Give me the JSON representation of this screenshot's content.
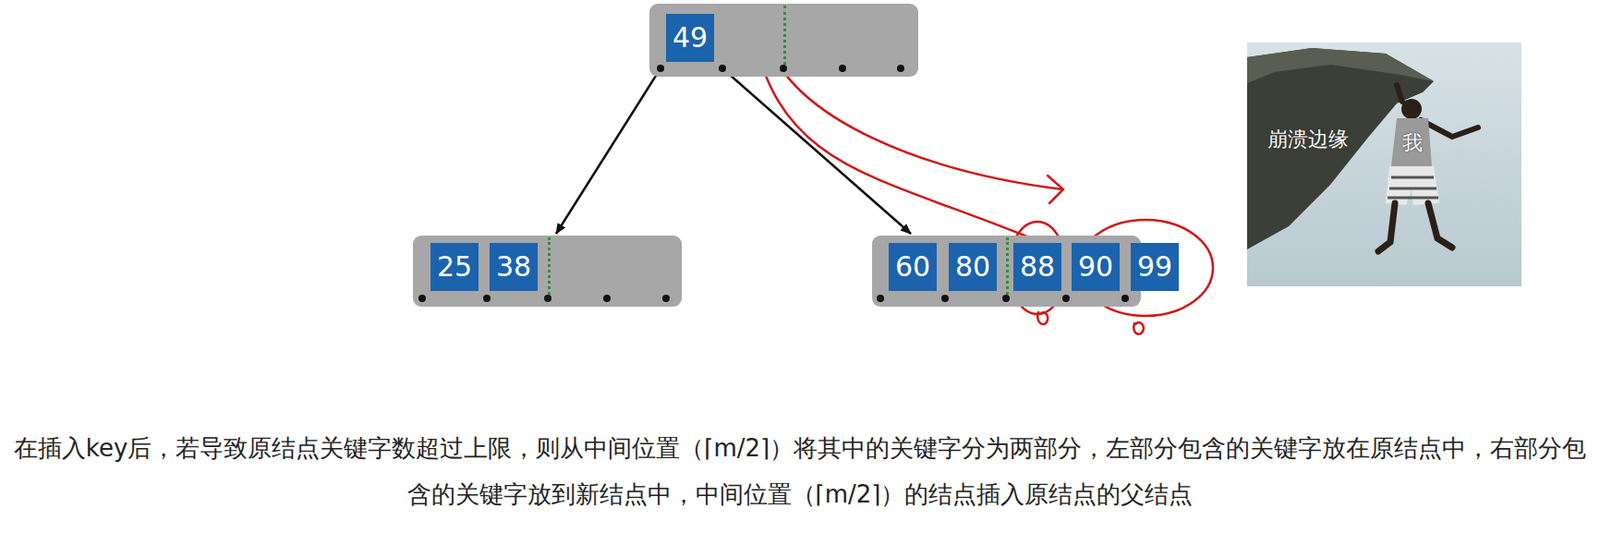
{
  "diagram": {
    "caption": "在插入key后，若导致原结点关键字数超过上限，则从中间位置（⌈m/2⌉）将其中的关键字分为两部分，左部分包含的关键字放在原结点中，右部分包含的关键字放到新结点中，中间位置（⌈m/2⌉）的结点插入原结点的父结点",
    "nodes": [
      {
        "text": []
      },
      {
        "text": [
          "49"
        ],
        "in": 0
      },
      {
        "text": []
      },
      {
        "text": [
          "25"
        ],
        "in": 2
      },
      {
        "text": [
          "38"
        ],
        "in": 2
      },
      {
        "text": []
      },
      {
        "text": [
          "60"
        ],
        "in": 5
      },
      {
        "text": [
          "80"
        ],
        "in": 5
      },
      {
        "text": [
          "88"
        ],
        "in": 5
      },
      {
        "text": [
          "90"
        ],
        "in": 5
      },
      {
        "text": [
          "99"
        ],
        "in": 5
      }
    ],
    "edges": [
      {
        "from": 0,
        "to": 2,
        "arrow": "to"
      },
      {
        "from": 0,
        "to": 5,
        "arrow": "to"
      },
      {
        "from": 8,
        "to": 0,
        "arrow": "to"
      }
    ],
    "labels": [
      "崩溃边缘",
      "我"
    ]
  }
}
